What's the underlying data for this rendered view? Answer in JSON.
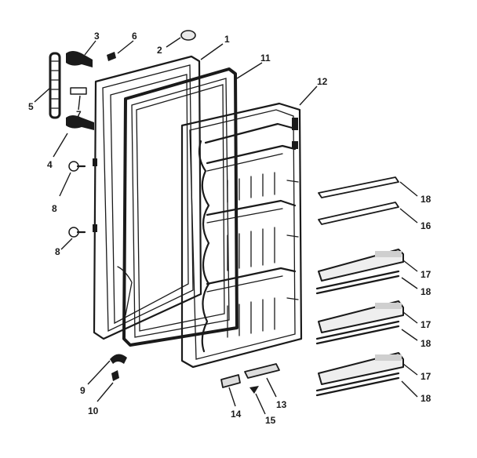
{
  "callouts": [
    "1",
    "2",
    "3",
    "4",
    "5",
    "6",
    "7",
    "8",
    "8",
    "9",
    "10",
    "11",
    "12",
    "13",
    "14",
    "15",
    "16",
    "17",
    "17",
    "17",
    "18",
    "18",
    "18",
    "18"
  ]
}
